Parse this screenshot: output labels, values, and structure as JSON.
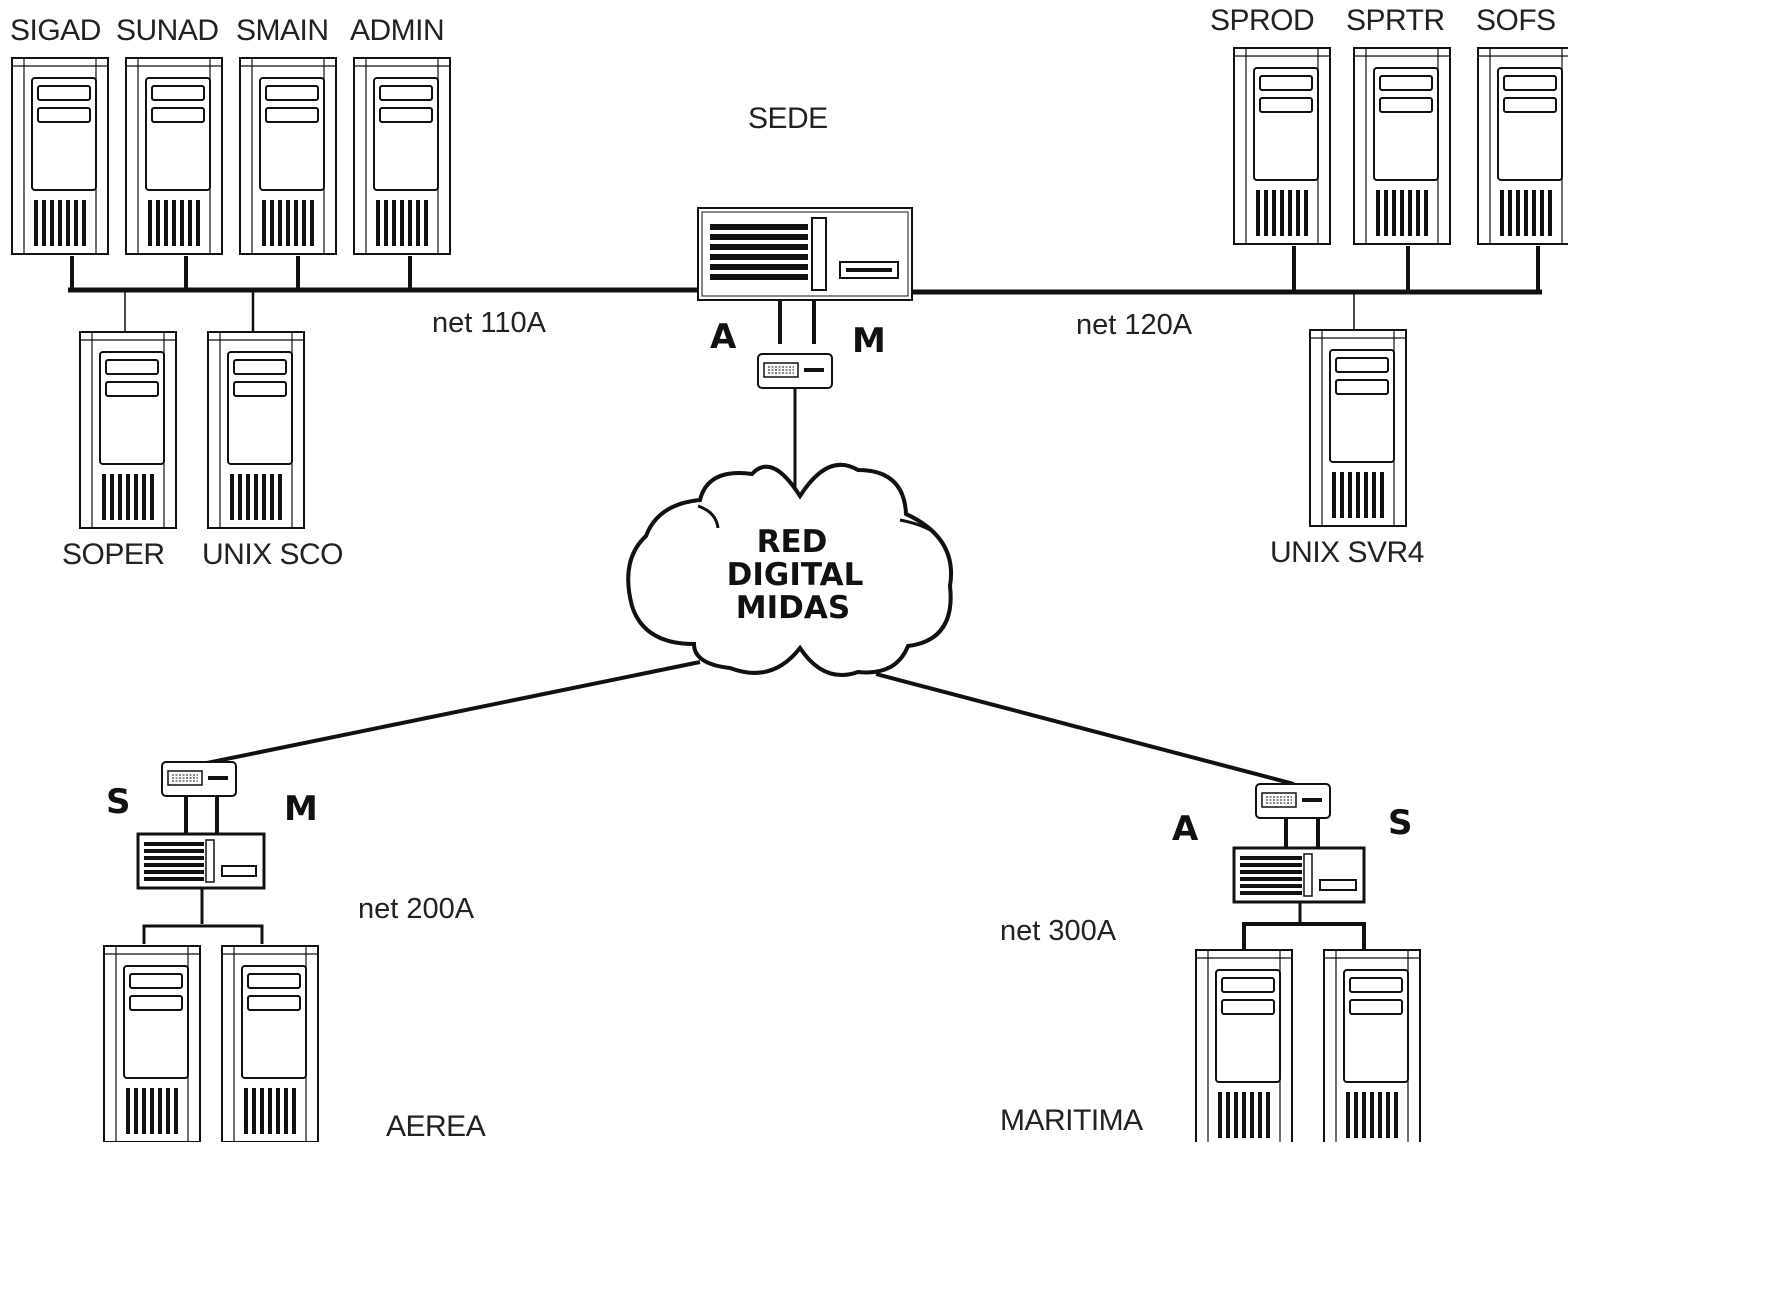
{
  "sede_label": "SEDE",
  "cloud": {
    "line1": "RED",
    "line2": "DIGITAL",
    "line3": "MIDAS"
  },
  "networks": {
    "net110": "net 110A",
    "net120": "net 120A",
    "net200": "net 200A",
    "net300": "net 300A"
  },
  "servers_top_left": [
    "SIGAD",
    "SUNAD",
    "SMAIN",
    "ADMIN"
  ],
  "servers_top_right": [
    "SPROD",
    "SPRTR",
    "SOFS"
  ],
  "servers_mid_left": {
    "soper": "SOPER",
    "unix_sco": "UNIX SCO"
  },
  "server_mid_right": "UNIX SVR4",
  "sites": {
    "aerea": "AEREA",
    "maritima": "MARITIMA"
  },
  "ports": {
    "sede_a": "A",
    "sede_m": "M",
    "aerea_s": "S",
    "aerea_m": "M",
    "maritima_a": "A",
    "maritima_s": "S"
  }
}
